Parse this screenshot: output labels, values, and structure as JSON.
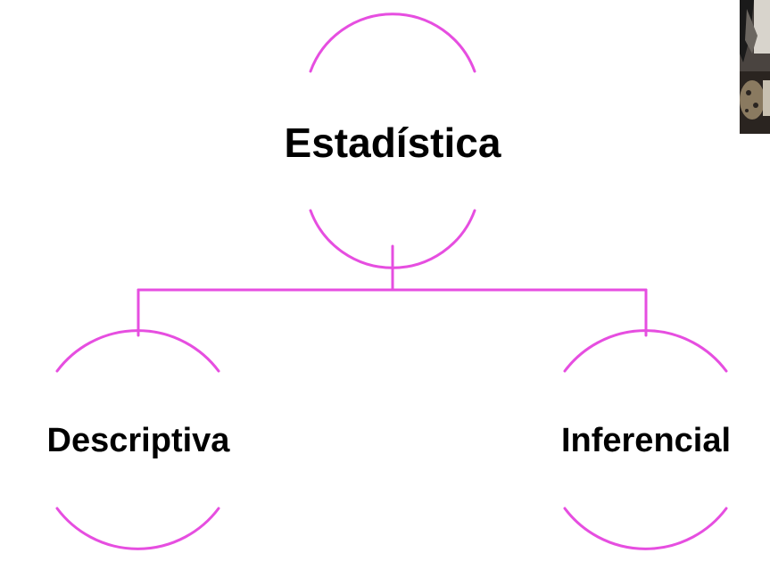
{
  "diagram": {
    "root": {
      "label": "Estadística"
    },
    "children": [
      {
        "label": "Descriptiva"
      },
      {
        "label": "Inferencial"
      }
    ],
    "colors": {
      "connector": "#e64ee0",
      "text": "#000000",
      "background": "#ffffff"
    }
  },
  "overlay": {
    "webcam_icon": "webcam-thumbnail"
  }
}
